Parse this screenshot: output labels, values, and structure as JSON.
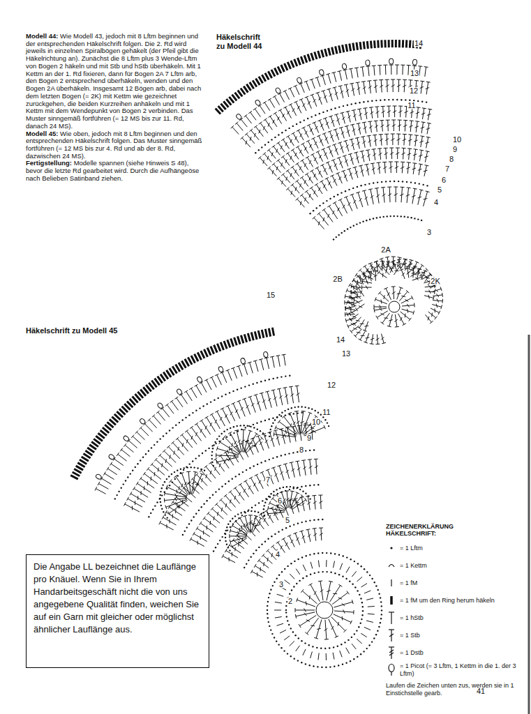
{
  "diagram": {
    "nodes": [
      {
        "text": [
          "Die Angabe LL bezeichnet die Lauflänge pro Knäuel. Wenn Sie in Ihrem Handarbeitsgeschäft nicht die von uns angegebene Qualität finden, weichen Sie auf ein Garn mit gleicher oder möglichst ähnlicher Lauflänge aus."
        ]
      }
    ],
    "labels": [
      "Modell 44:",
      "Wie Modell 43, jedoch mit 8 Lftm beginnen und der entsprechenden Häkelschrift folgen. Die 2. Rd wird jeweils in einzelnen Spiralbögen gehäkelt (der Pfeil gibt die Häkelrichtung an). Zunächst die 8 Lftm plus 3 Wende-Lftm von Bogen 2 häkeln und mit Stb und hStb überhäkeln. Mit 1 Kettm an der 1. Rd fixieren, dann für Bogen 2A 7 Lftm arb, den Bogen 2 entsprechend überhäkeln, wenden und den Bogen 2A überhäkeln. Insgesamt 12 Bögen arb, dabei nach dem letzten Bogen (= 2K) mit Kettm wie gezeichnet zurückgehen, die beiden Kurzreihen anhäkeln und mit 1 Kettm mit dem Wendepunkt von Bogen 2 verbinden. Das Muster sinngemäß fortführen (= 12 MS bis zur 11. Rd, danach 24 MS).",
      "Modell 45:",
      "Wie oben, jedoch mit 8 Lftm beginnen und den entsprechenden Häkelschrift folgen. Das Muster sinngemäß fortführen (= 12 MS bis zur 4. Rd und ab der 8. Rd, dazwischen 24 MS).",
      "Fertigstellung:",
      "Modelle spannen (siehe Hinweis S 48), bevor die letzte Rd gearbeitet wird. Durch die Aufhängeöse nach Belieben Satinband ziehen.",
      "Häkelschrift zu Modell 44",
      "Häkelschrift zu Modell 45",
      "14",
      "13",
      "12",
      "11",
      "10",
      "9",
      "8",
      "7",
      "6",
      "5",
      "4",
      "3",
      "2A",
      "2B",
      "2K",
      "15",
      "14",
      "13",
      "12",
      "11",
      "10",
      "9",
      "8",
      "7",
      "6",
      "5",
      "4",
      "3",
      "2",
      "ZEICHENERKLÄRUNG HÄKELSCHRIFT:",
      "Laufen die Zeichen unten zus, werden sie in 1 Einstichstelle gearb.",
      "41"
    ],
    "legend": [
      {
        "text": "= 1 Lftm"
      },
      {
        "text": "= 1 Kettm"
      },
      {
        "text": "= 1 fM"
      },
      {
        "text": "= 1 fM um den Ring herum häkeln"
      },
      {
        "text": "= 1 hStb"
      },
      {
        "text": "= 1 Stb"
      },
      {
        "text": "= 1 Dstb"
      },
      {
        "text": "= 1 Picot (= 3 Lftm, 1 Kettm in die 1. der 3 Lftm)"
      }
    ]
  }
}
